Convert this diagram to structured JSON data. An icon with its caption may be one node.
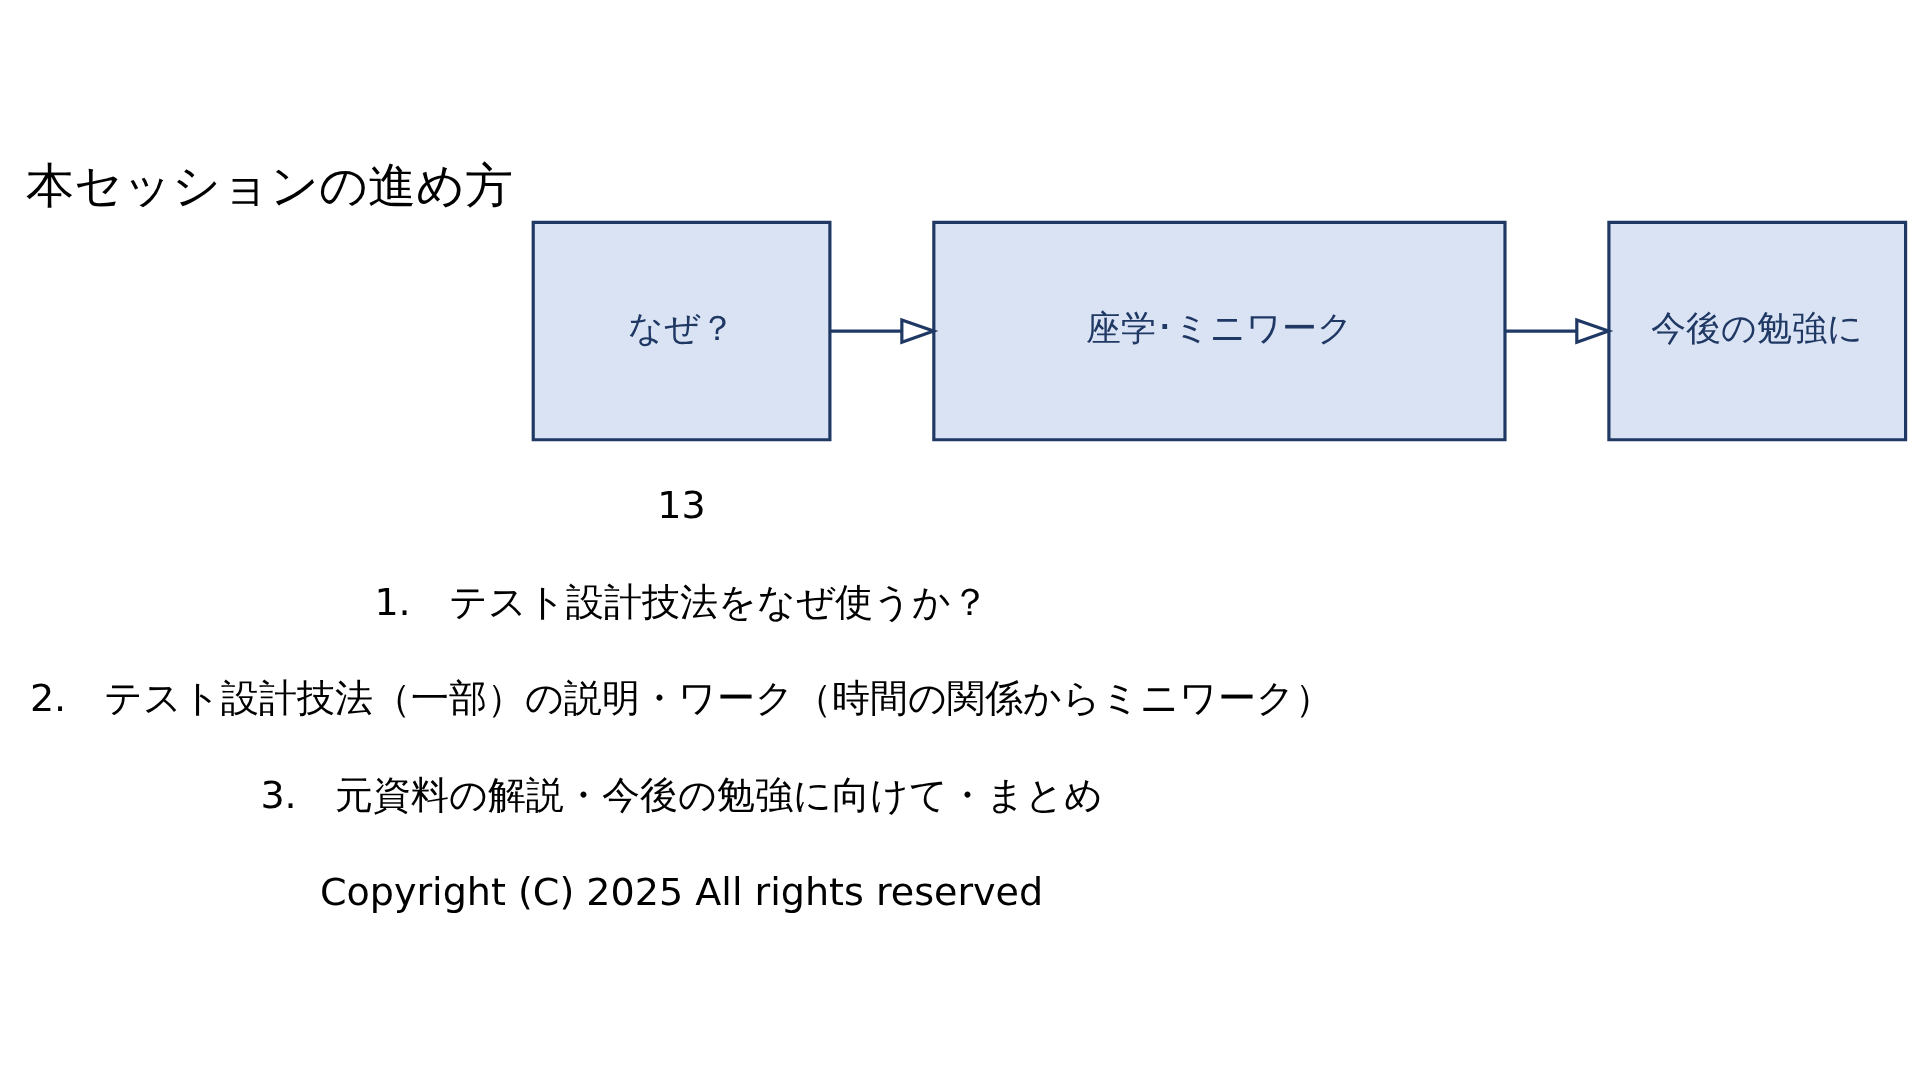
{
  "diagram": {
    "title": "本セッションの進め方",
    "nodes": [
      {
        "text": [
          "なぜ？"
        ]
      },
      {
        "text": [
          "座学･ミニワーク"
        ]
      },
      {
        "text": [
          "今後の勉強に"
        ]
      }
    ],
    "edges": [
      {
        "from": 0,
        "to": 1,
        "arrow": "to"
      },
      {
        "from": 1,
        "to": 2,
        "arrow": "to"
      }
    ],
    "labels": [
      "13",
      "1.　テスト設計技法をなぜ使うか？",
      "2.　テスト設計技法（一部）の説明・ワーク（時間の関係からミニワーク）",
      "3.　元資料の解説・今後の勉強に向けて・まとめ",
      "Copyright (C) 2025 All rights reserved"
    ]
  }
}
